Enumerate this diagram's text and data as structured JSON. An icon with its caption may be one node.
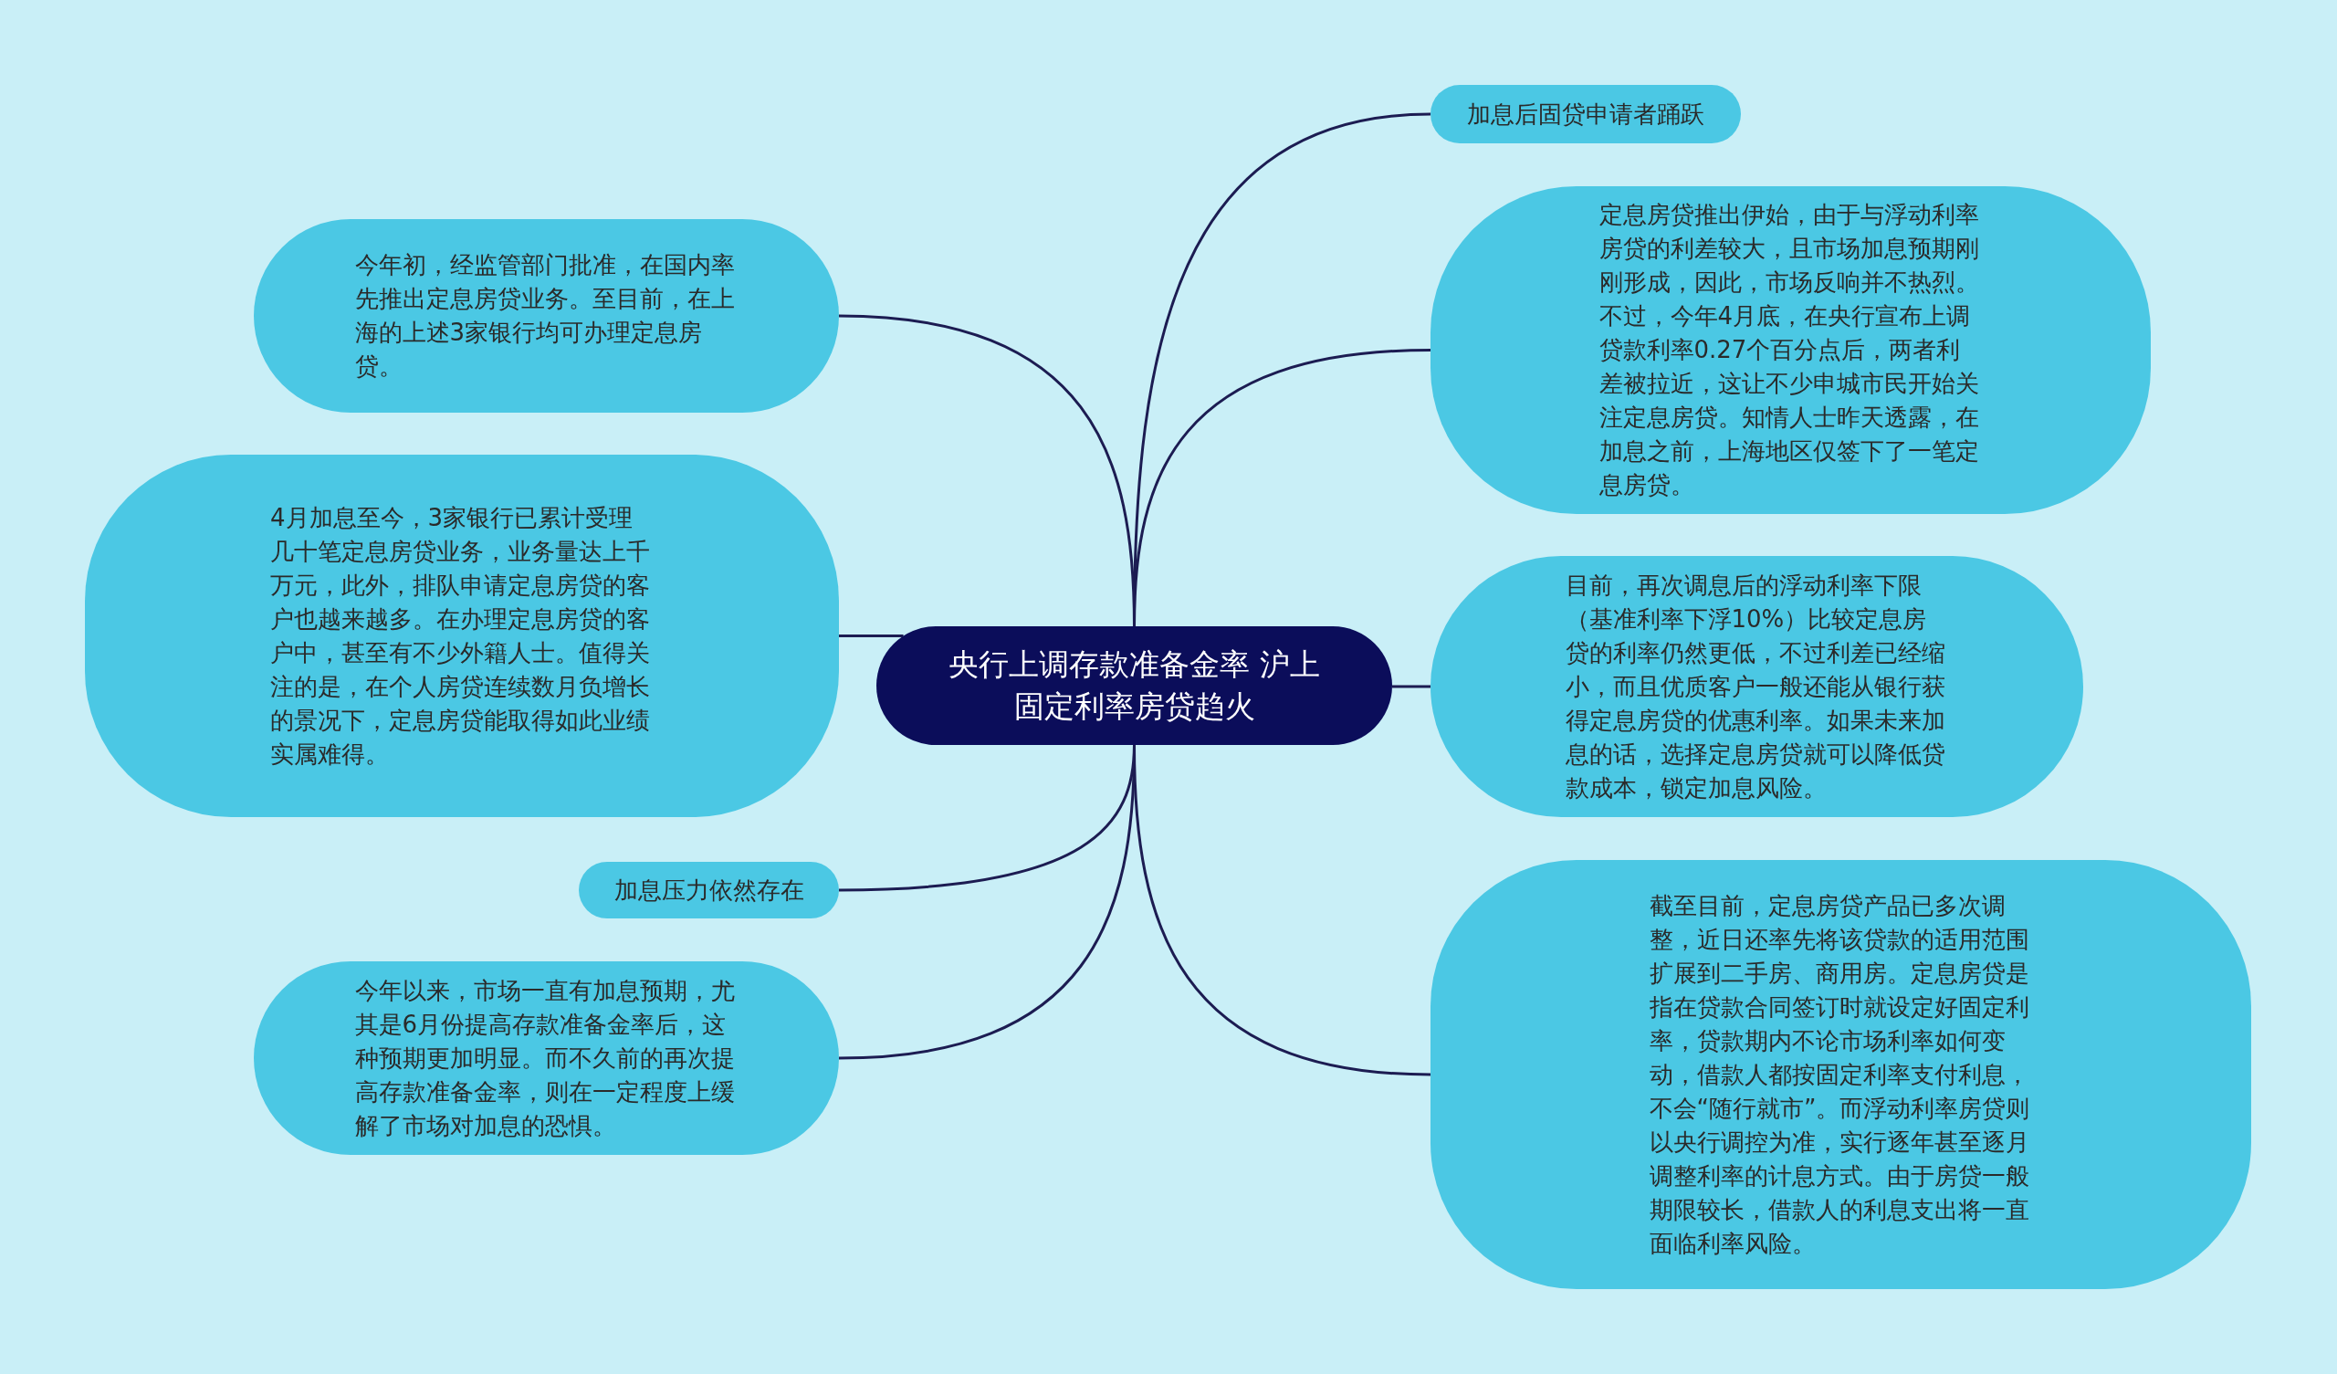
{
  "diagram": {
    "nodes": [
      {
        "text": [
          "央行上调存款准备金率 沪上固定利率房贷趋火"
        ]
      },
      {
        "text": [
          "加息后固贷申请者踊跃"
        ]
      },
      {
        "text": [
          "定息房贷推出伊始，由于与浮动利率房贷的利差较大，且市场加息预期刚刚形成，因此，市场反响并不热烈。不过，今年4月底，在央行宣布上调贷款利率0.27个百分点后，两者利差被拉近，这让不少申城市民开始关注定息房贷。知情人士昨天透露，在加息之前，上海地区仅签下了一笔定息房贷。"
        ]
      },
      {
        "text": [
          "目前，再次调息后的浮动利率下限（基准利率下浮10%）比较定息房贷的利率仍然更低，不过利差已经缩小，而且优质客户一般还能从银行获得定息房贷的优惠利率。如果未来加息的话，选择定息房贷就可以降低贷款成本，锁定加息风险。"
        ]
      },
      {
        "text": [
          "截至目前，定息房贷产品已多次调整，近日还率先将该贷款的适用范围扩展到二手房、商用房。定息房贷是指在贷款合同签订时就设定好固定利率，贷款期内不论市场利率如何变动，借款人都按固定利率支付利息，不会“随行就市”。而浮动利率房贷则以央行调控为准，实行逐年甚至逐月调整利率的计息方式。由于房贷一般期限较长，借款人的利息支出将一直面临利率风险。"
        ]
      },
      {
        "text": [
          "今年初，经监管部门批准，在国内率先推出定息房贷业务。至目前，在上海的上述3家银行均可办理定息房贷。"
        ]
      },
      {
        "text": [
          "4月加息至今，3家银行已累计受理几十笔定息房贷业务，业务量达上千万元，此外，排队申请定息房贷的客户也越来越多。在办理定息房贷的客户中，甚至有不少外籍人士。值得关注的是，在个人房贷连续数月负增长的景况下，定息房贷能取得如此业绩实属难得。"
        ]
      },
      {
        "text": [
          "加息压力依然存在"
        ]
      },
      {
        "text": [
          "今年以来，市场一直有加息预期，尤其是6月份提高存款准备金率后，这种预期更加明显。而不久前的再次提高存款准备金率，则在一定程度上缓解了市场对加息的恐惧。"
        ]
      }
    ],
    "edges": [
      {
        "from": 0,
        "to": 1,
        "arrow": "none"
      },
      {
        "from": 0,
        "to": 2,
        "arrow": "none"
      },
      {
        "from": 0,
        "to": 3,
        "arrow": "none"
      },
      {
        "from": 0,
        "to": 4,
        "arrow": "none"
      },
      {
        "from": 0,
        "to": 5,
        "arrow": "none"
      },
      {
        "from": 0,
        "to": 6,
        "arrow": "none"
      },
      {
        "from": 0,
        "to": 7,
        "arrow": "none"
      },
      {
        "from": 0,
        "to": 8,
        "arrow": "none"
      }
    ]
  }
}
